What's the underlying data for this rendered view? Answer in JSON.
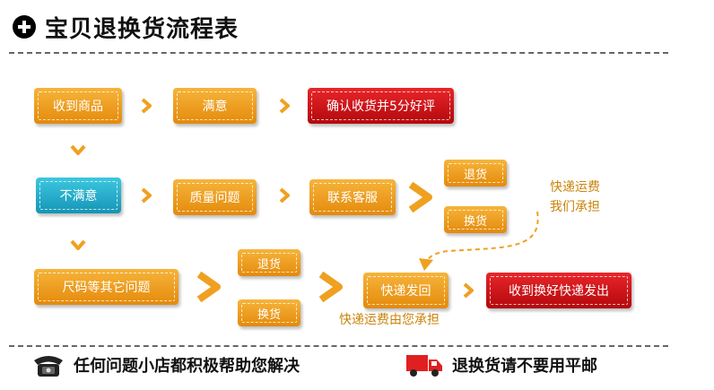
{
  "title": "宝贝退换货流程表",
  "colors": {
    "orange": "#ef9f22",
    "red": "#d0161a",
    "teal": "#2ab4d0",
    "note": "#c9840a"
  },
  "icons": {
    "header": "plus-circle-icon",
    "footer_left": "telephone-icon",
    "footer_right": "delivery-truck-icon"
  },
  "steps": {
    "receive": "收到商品",
    "satisfied": "满意",
    "confirm_review": "确认收货并5分好评",
    "unsatisfied": "不满意",
    "quality_issue": "质量问题",
    "contact_service": "联系客服",
    "return_goods_1": "退货",
    "exchange_goods_1": "换货",
    "size_other_issue": "尺码等其它问题",
    "return_goods_2": "退货",
    "exchange_goods_2": "换货",
    "express_back": "快递发回",
    "receive_exchange_ship": "收到换好快递发出"
  },
  "notes": {
    "we_pay_line1": "快递运费",
    "we_pay_line2": "我们承担",
    "customer_pays": "快递运费由您承担"
  },
  "footer": {
    "left": "任何问题小店都积极帮助您解决",
    "right": "退换货请不要用平邮"
  }
}
